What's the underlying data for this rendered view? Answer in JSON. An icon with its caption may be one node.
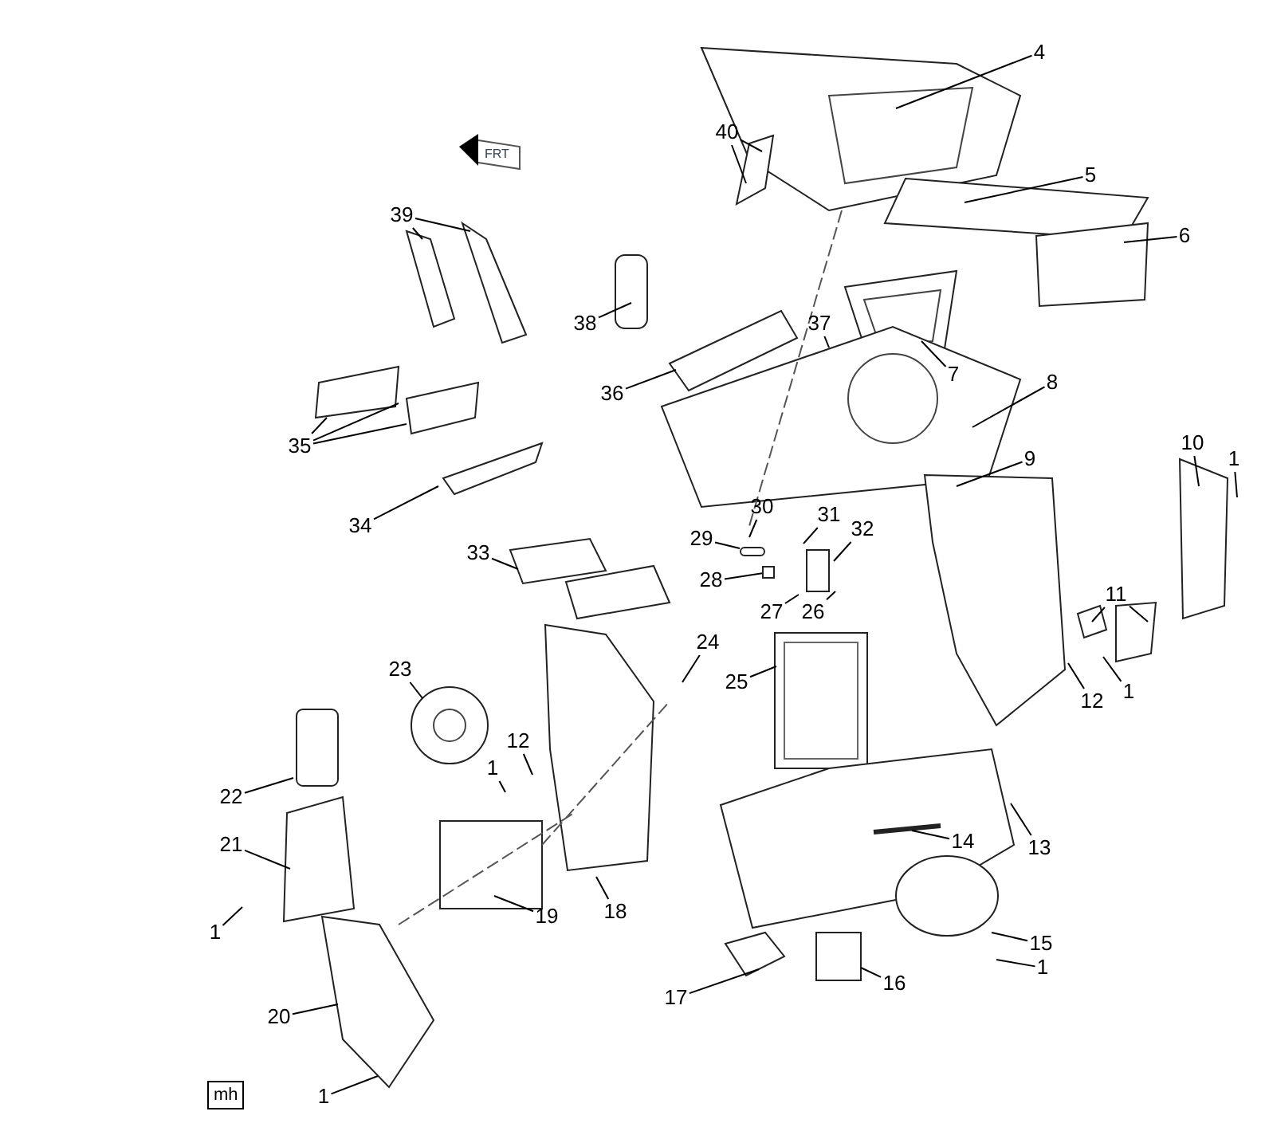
{
  "diagram": {
    "nodes": [
      {
        "text": [
          "4"
        ]
      },
      {
        "text": [
          "40"
        ]
      },
      {
        "text": [
          "5"
        ]
      },
      {
        "text": [
          "39"
        ]
      },
      {
        "text": [
          "6"
        ]
      },
      {
        "text": [
          "38"
        ]
      },
      {
        "text": [
          "37"
        ]
      },
      {
        "text": [
          "7"
        ]
      },
      {
        "text": [
          "8"
        ]
      },
      {
        "text": [
          "36"
        ]
      },
      {
        "text": [
          "35"
        ]
      },
      {
        "text": [
          "10"
        ]
      },
      {
        "text": [
          "1"
        ]
      },
      {
        "text": [
          "9"
        ]
      },
      {
        "text": [
          "34"
        ]
      },
      {
        "text": [
          "30"
        ]
      },
      {
        "text": [
          "31"
        ]
      },
      {
        "text": [
          "32"
        ]
      },
      {
        "text": [
          "29"
        ]
      },
      {
        "text": [
          "33"
        ]
      },
      {
        "text": [
          "28"
        ]
      },
      {
        "text": [
          "11"
        ]
      },
      {
        "text": [
          "27"
        ]
      },
      {
        "text": [
          "26"
        ]
      },
      {
        "text": [
          "24"
        ]
      },
      {
        "text": [
          "23"
        ]
      },
      {
        "text": [
          "25"
        ]
      },
      {
        "text": [
          "1"
        ]
      },
      {
        "text": [
          "12"
        ]
      },
      {
        "text": [
          "12"
        ]
      },
      {
        "text": [
          "1"
        ]
      },
      {
        "text": [
          "22"
        ]
      },
      {
        "text": [
          "14"
        ]
      },
      {
        "text": [
          "13"
        ]
      },
      {
        "text": [
          "21"
        ]
      },
      {
        "text": [
          "18"
        ]
      },
      {
        "text": [
          "19"
        ]
      },
      {
        "text": [
          "1"
        ]
      },
      {
        "text": [
          "15"
        ]
      },
      {
        "text": [
          "1"
        ]
      },
      {
        "text": [
          "16"
        ]
      },
      {
        "text": [
          "17"
        ]
      },
      {
        "text": [
          "20"
        ]
      },
      {
        "text": [
          "1"
        ]
      },
      {
        "text": [],
        "shape": "bar"
      },
      {
        "text": [],
        "shape": "box"
      }
    ],
    "edges": [
      {
        "from": 0,
        "to": null,
        "arrow": "none"
      },
      {
        "from": 1,
        "to": null,
        "arrow": "none"
      },
      {
        "from": 1,
        "to": null,
        "arrow": "none"
      },
      {
        "from": 2,
        "to": null,
        "arrow": "none"
      },
      {
        "from": 3,
        "to": null,
        "arrow": "none"
      },
      {
        "from": 3,
        "to": null,
        "arrow": "none"
      },
      {
        "from": 4,
        "to": null,
        "arrow": "none"
      },
      {
        "from": 5,
        "to": null,
        "arrow": "none"
      },
      {
        "from": 6,
        "to": null,
        "arrow": "none"
      },
      {
        "from": 7,
        "to": null,
        "arrow": "none"
      },
      {
        "from": 9,
        "to": null,
        "arrow": "none"
      },
      {
        "from": 8,
        "to": null,
        "arrow": "none"
      },
      {
        "from": 10,
        "to": null,
        "arrow": "none"
      },
      {
        "from": 10,
        "to": null,
        "arrow": "none"
      },
      {
        "from": 10,
        "to": null,
        "arrow": "none"
      },
      {
        "from": 11,
        "to": null,
        "arrow": "none"
      },
      {
        "from": 12,
        "to": null,
        "arrow": "none"
      },
      {
        "from": 13,
        "to": null,
        "arrow": "none"
      },
      {
        "from": 14,
        "to": null,
        "arrow": "none"
      },
      {
        "from": 15,
        "to": null,
        "arrow": "none"
      },
      {
        "from": 16,
        "to": null,
        "arrow": "none"
      },
      {
        "from": 17,
        "to": null,
        "arrow": "none"
      },
      {
        "from": 18,
        "to": 44,
        "arrow": "none"
      },
      {
        "from": 19,
        "to": null,
        "arrow": "none"
      },
      {
        "from": 20,
        "to": 45,
        "arrow": "none"
      },
      {
        "from": 21,
        "to": null,
        "arrow": "none"
      },
      {
        "from": 21,
        "to": null,
        "arrow": "none"
      },
      {
        "from": 22,
        "to": null,
        "arrow": "none"
      },
      {
        "from": 23,
        "to": null,
        "arrow": "none"
      },
      {
        "from": 24,
        "to": null,
        "arrow": "none"
      },
      {
        "from": 25,
        "to": null,
        "arrow": "none"
      },
      {
        "from": 26,
        "to": null,
        "arrow": "none"
      },
      {
        "from": 27,
        "to": null,
        "arrow": "none"
      },
      {
        "from": 28,
        "to": null,
        "arrow": "none"
      },
      {
        "from": 29,
        "to": null,
        "arrow": "none"
      },
      {
        "from": 30,
        "to": null,
        "arrow": "none"
      },
      {
        "from": 31,
        "to": null,
        "arrow": "none"
      },
      {
        "from": 32,
        "to": null,
        "arrow": "none"
      },
      {
        "from": 33,
        "to": null,
        "arrow": "none"
      },
      {
        "from": 34,
        "to": null,
        "arrow": "none"
      },
      {
        "from": 35,
        "to": null,
        "arrow": "none"
      },
      {
        "from": 36,
        "to": null,
        "arrow": "none"
      },
      {
        "from": 37,
        "to": null,
        "arrow": "none"
      },
      {
        "from": 38,
        "to": null,
        "arrow": "none"
      },
      {
        "from": 39,
        "to": null,
        "arrow": "none"
      },
      {
        "from": 40,
        "to": null,
        "arrow": "none"
      },
      {
        "from": 41,
        "to": null,
        "arrow": "none"
      },
      {
        "from": 42,
        "to": null,
        "arrow": "none"
      },
      {
        "from": 43,
        "to": null,
        "arrow": "none"
      }
    ],
    "labels": [
      "FRT",
      "mh"
    ]
  }
}
